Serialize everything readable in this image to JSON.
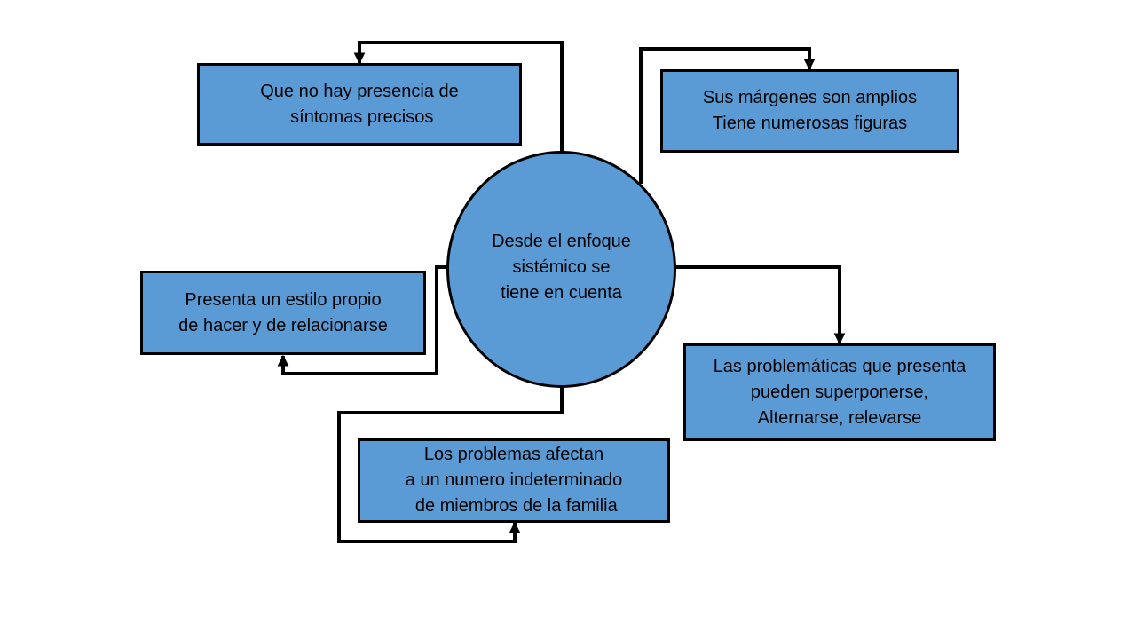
{
  "center": {
    "lines": [
      "Desde el enfoque",
      "sistémico se",
      "tiene en cuenta"
    ]
  },
  "boxes": {
    "top_left": {
      "lines": [
        "Que no hay presencia de",
        " síntomas precisos"
      ]
    },
    "top_right": {
      "lines": [
        "Sus márgenes son amplios",
        "Tiene numerosas figuras"
      ]
    },
    "mid_left": {
      "lines": [
        "Presenta un estilo propio",
        "de hacer y de relacionarse"
      ]
    },
    "mid_right": {
      "lines": [
        "Las problemáticas que presenta",
        "pueden superponerse,",
        "Alternarse, relevarse"
      ]
    },
    "bottom": {
      "lines": [
        "Los problemas afectan",
        "a un numero indeterminado",
        " de miembros de la familia"
      ]
    }
  },
  "colors": {
    "fill": "#5b9bd5",
    "stroke": "#000000"
  }
}
